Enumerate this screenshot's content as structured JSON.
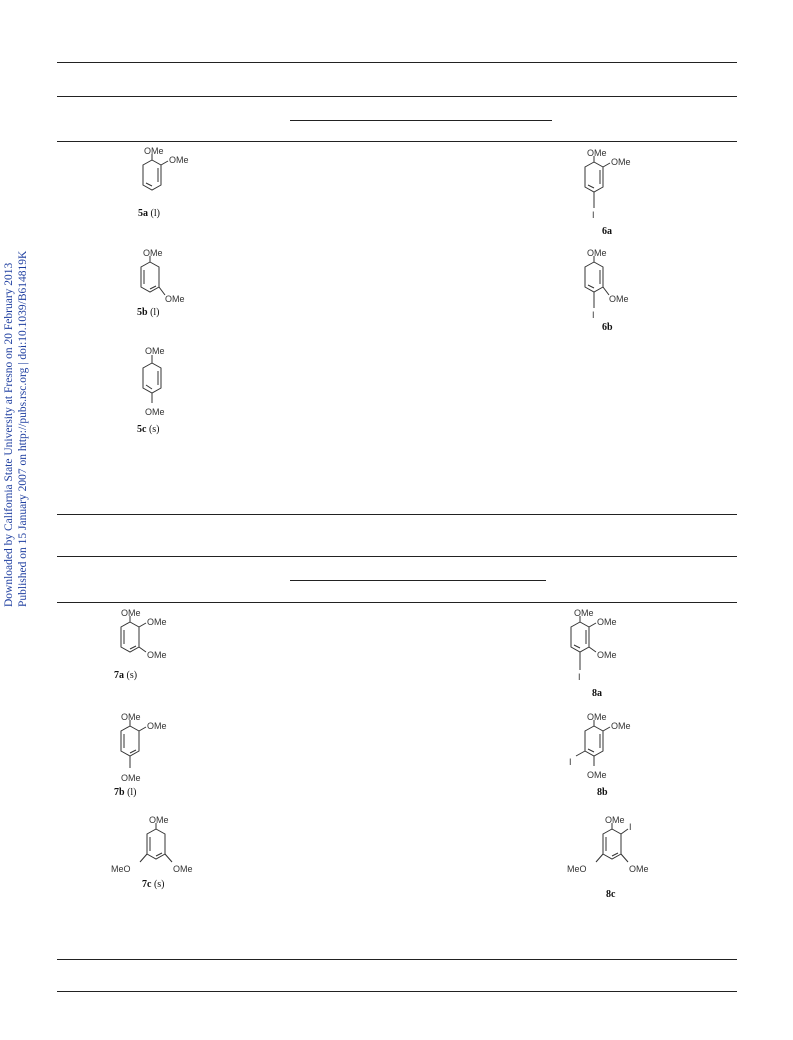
{
  "sidebar": {
    "line1": "Downloaded by California State University at Fresno on 20 February 2013",
    "line2": "Published on 15 January 2007 on http://pubs.rsc.org | doi:10.1039/B614819K"
  },
  "compounds": {
    "c5a": {
      "id": "5a",
      "state": "(l)"
    },
    "c5b": {
      "id": "5b",
      "state": "(l)"
    },
    "c5c": {
      "id": "5c",
      "state": "(s)"
    },
    "c6a": {
      "id": "6a"
    },
    "c6b": {
      "id": "6b"
    },
    "c7a": {
      "id": "7a",
      "state": "(s)"
    },
    "c7b": {
      "id": "7b",
      "state": "(l)"
    },
    "c7c": {
      "id": "7c",
      "state": "(s)"
    },
    "c8a": {
      "id": "8a"
    },
    "c8b": {
      "id": "8b"
    },
    "c8c": {
      "id": "8c"
    }
  },
  "labels": {
    "ome": "OMe",
    "meo": "MeO",
    "i": "I"
  }
}
